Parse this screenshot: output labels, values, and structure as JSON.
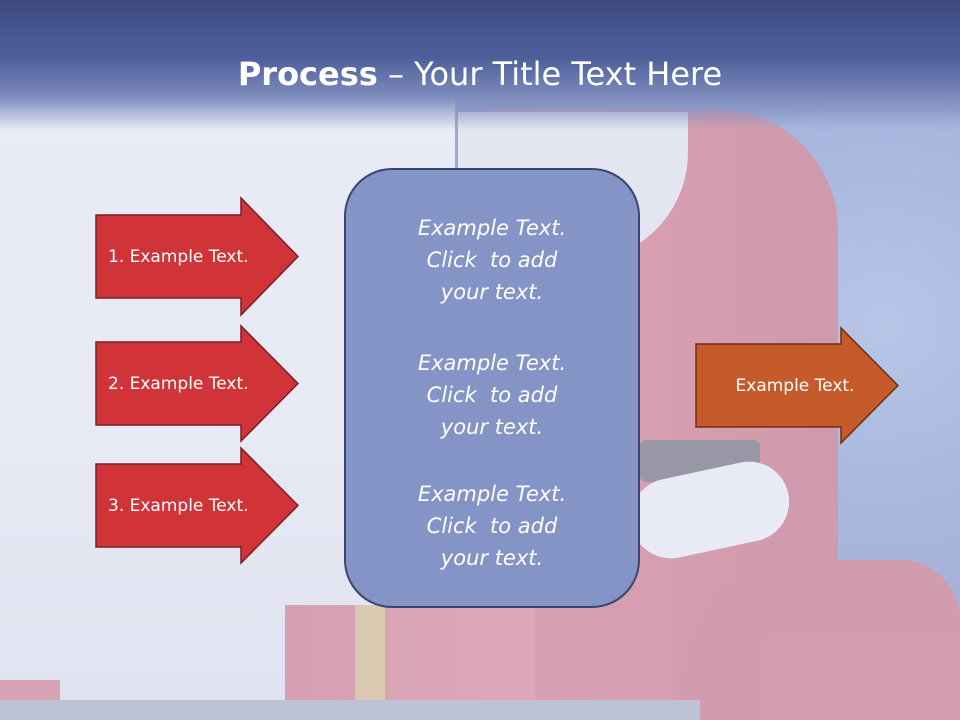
{
  "title": {
    "bold": "Process",
    "rest": " – Your Title Text Here"
  },
  "left_arrows": [
    {
      "label": "1. Example Text."
    },
    {
      "label": "2. Example Text."
    },
    {
      "label": "3. Example Text."
    }
  ],
  "center_box": {
    "paragraphs": [
      {
        "text": "Example Text.\nClick  to add\nyour text."
      },
      {
        "text": "Example Text.\nClick  to add\nyour text."
      },
      {
        "text": "Example Text.\nClick  to add\nyour text."
      }
    ]
  },
  "right_arrow": {
    "label": "Example Text."
  },
  "colors": {
    "left_arrow_fill": "#d13438",
    "right_arrow_fill": "#c55a2b",
    "center_box_fill": "#8594c6",
    "title_bar": "#4e5f9b"
  }
}
